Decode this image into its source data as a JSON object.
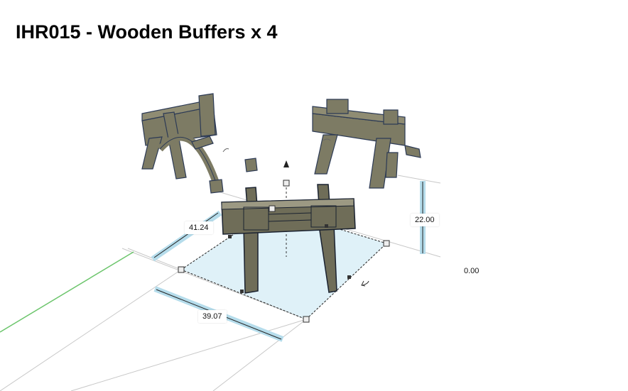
{
  "title": "IHR015 - Wooden Buffers x 4",
  "dimensions": {
    "depth": "41.24",
    "width": "39.07",
    "height": "22.00",
    "elevation": "0.00"
  },
  "colors": {
    "selection": "#00c8f0",
    "footprint": "#dff1f8",
    "wood": "#7d7b64",
    "axis_green": "#6cc56c"
  }
}
